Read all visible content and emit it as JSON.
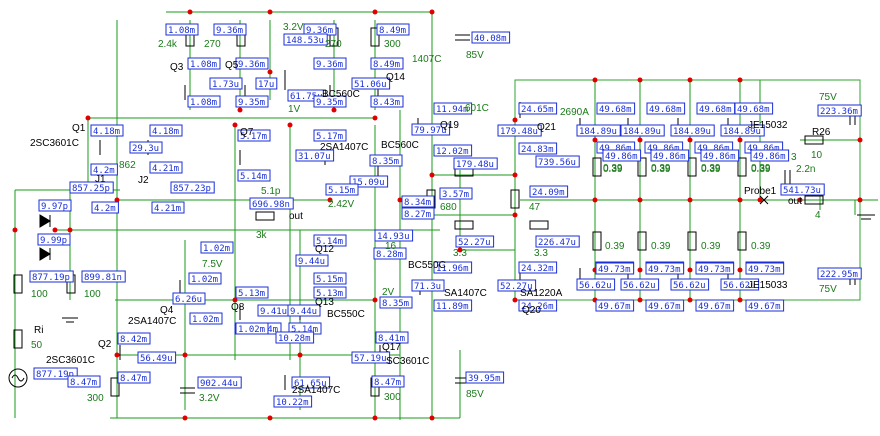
{
  "colors": {
    "wire": "#1a9a1a",
    "node": "#e00000",
    "probe_text": "#1a2fd8",
    "value_text": "#1a7a1a",
    "part": "#000000"
  },
  "probes": [
    "1.08m",
    "9.36m",
    "9.36m",
    "8.49m",
    "40.08m",
    "148.53u",
    "1.08m",
    "1.73u",
    "9.36m",
    "9.36m",
    "8.49m",
    "51.06u",
    "1.08m",
    "9.35m",
    "17u",
    "61.75u",
    "9.35m",
    "8.43m",
    "11.94m",
    "24.65m",
    "49.68m",
    "49.68m",
    "49.68m",
    "49.68m",
    "4.18m",
    "4.18m",
    "29.3u",
    "5.17m",
    "5.17m",
    "79.97u",
    "179.48u",
    "184.89u",
    "184.89u",
    "184.89u",
    "184.89u",
    "31.07u",
    "8.35m",
    "12.02m",
    "24.83m",
    "49.86m",
    "49.86m",
    "49.86m",
    "49.86m",
    "4.21m",
    "5.14m",
    "15.09u",
    "179.48u",
    "739.56u",
    "49.86m",
    "49.86m",
    "49.86m",
    "49.86m",
    "4.2m",
    "857.25p",
    "857.23p",
    "5.15m",
    "3.57m",
    "24.09m",
    "541.73u",
    "8.34m",
    "4.2m",
    "4.21m",
    "696.98n",
    "8.27m",
    "9.97p",
    "9.99p",
    "226.47u",
    "52.27u",
    "14.93u",
    "1.02m",
    "5.14m",
    "49.73m",
    "49.73m",
    "49.73m",
    "49.73m",
    "8.28m",
    "9.44u",
    "877.19p",
    "899.81n",
    "1.02m",
    "5.15m",
    "11.96m",
    "24.32m",
    "49.73m",
    "49.73m",
    "49.73m",
    "49.73m",
    "5.13m",
    "5.13m",
    "71.3u",
    "52.27u",
    "56.62u",
    "56.62u",
    "56.62u",
    "56.62u",
    "9.41u",
    "9.44u",
    "8.35m",
    "11.89m",
    "24.26m",
    "49.67m",
    "49.67m",
    "49.67m",
    "49.67m",
    "6.26u",
    "1.02m",
    "5.14m",
    "5.14m",
    "5.14m",
    "8.42m",
    "8.41m",
    "56.49u",
    "10.28m",
    "57.19u",
    "877.19p",
    "61.65u",
    "8.47m",
    "902.44u",
    "8.47m",
    "8.47m",
    "39.95m",
    "10.22m",
    "223.36m",
    "222.95m",
    "1.02m"
  ],
  "labels": [
    "2.4k",
    "270",
    "3.2V",
    "270",
    "300",
    "85V",
    "Q3",
    "Q5",
    "Q14",
    "1407C",
    "BC560C",
    "1V",
    "Q1",
    "601C",
    "2SC3601C",
    "2690A",
    "Q21",
    "JE15032",
    "75V",
    "R26",
    "10",
    "Q7",
    "2SA1407C",
    "BC560C",
    "Q19",
    "862",
    "J2",
    "5.1p",
    "J1",
    "0.39",
    "0.39",
    "0.39",
    "0.39",
    "0.39",
    "0.39",
    "0.39",
    "0.39",
    "2.2n",
    "3",
    "2.42V",
    "680",
    "47",
    "Probe1",
    "out",
    "4",
    "out",
    "3k",
    "0.39",
    "0.39",
    "0.39",
    "0.39",
    "Q12",
    "16",
    "3.3",
    "BC550C",
    "7.5V",
    "100",
    "100",
    "2V",
    "Q4",
    "Q8",
    "Q13",
    "2SA1407C",
    "BC550C",
    "SA1407C",
    "SA1220A",
    "Q20",
    "JE15033",
    "75V",
    "Ri",
    "50",
    "Q2",
    "3.3",
    "Q17",
    "2SC3601C",
    "SC3601C",
    "3.2V",
    "2SA1407C",
    "300",
    "300",
    "85V"
  ]
}
